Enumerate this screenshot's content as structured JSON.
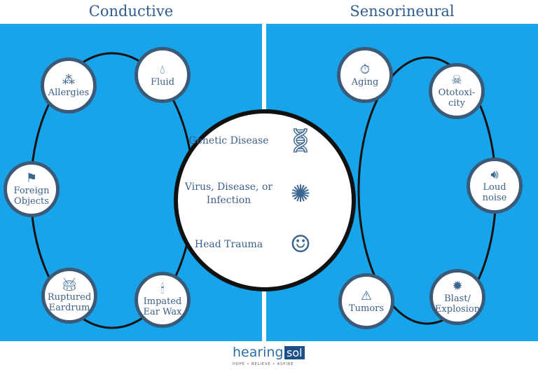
{
  "titles": {
    "left": "Conductive",
    "right": "Sensorineural"
  },
  "colors": {
    "background": "#18a4ea",
    "text": "#3b5f86",
    "node_border": "#3b5a78"
  },
  "conductive": [
    {
      "label": "Fluid",
      "icon": "water-drop-icon"
    },
    {
      "label": "Allergies",
      "icon": "nose-allergy-icon"
    },
    {
      "label": "Foreign Objects",
      "icon": "barrier-icon"
    },
    {
      "label": "Ruptured Eardrum",
      "icon": "drum-icon"
    },
    {
      "label": "Impated Ear Wax",
      "icon": "candle-icon"
    }
  ],
  "sensorineural": [
    {
      "label": "Aging",
      "icon": "stopwatch-icon"
    },
    {
      "label": "Ototoxi-city",
      "icon": "skull-crossbones-icon"
    },
    {
      "label": "Loud noise",
      "icon": "speaker-icon"
    },
    {
      "label": "Blast/ Explosion",
      "icon": "explosion-icon"
    },
    {
      "label": "Tumors",
      "icon": "warning-icon"
    }
  ],
  "both": [
    {
      "label": "Genetic Disease",
      "icon": "dna-icon"
    },
    {
      "label": "Virus, Disease, or Infection",
      "icon": "virus-icon"
    },
    {
      "label": "Head Trauma",
      "icon": "head-trauma-icon"
    }
  ],
  "logo": {
    "word1": "hearing",
    "word2": "sol",
    "tagline": "HOPE • BELIEVE • ASPIRE"
  }
}
